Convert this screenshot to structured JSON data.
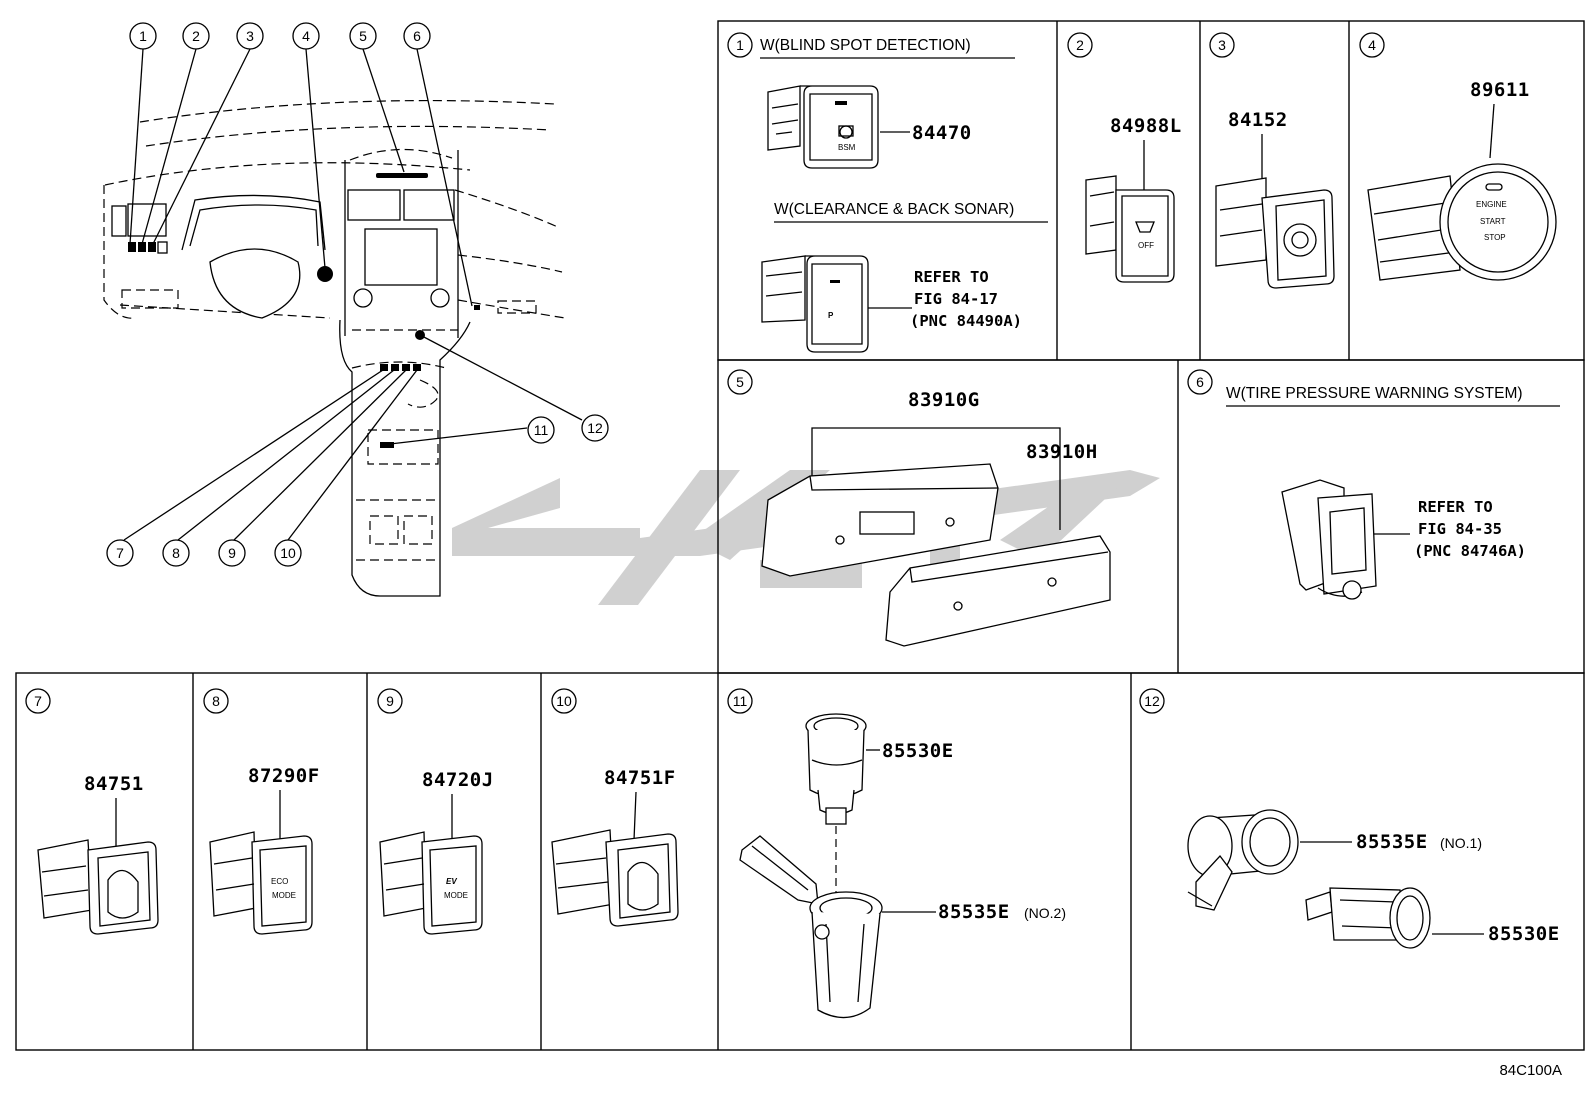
{
  "overview_callouts": [
    "1",
    "2",
    "3",
    "4",
    "5",
    "6",
    "7",
    "8",
    "9",
    "10",
    "11",
    "12"
  ],
  "panels": [
    {
      "id": "p1",
      "number": "1",
      "header": "W(BLIND SPOT DETECTION)",
      "part": "84470",
      "icon_label": "BSM",
      "sub_header": "W(CLEARANCE & BACK SONAR)",
      "refer": [
        "REFER TO",
        "FIG 84-17",
        "(PNC 84490A)"
      ]
    },
    {
      "id": "p2",
      "number": "2",
      "part": "84988L",
      "icon_label": "OFF"
    },
    {
      "id": "p3",
      "number": "3",
      "part": "84152"
    },
    {
      "id": "p4",
      "number": "4",
      "part": "89611",
      "button_text": [
        "ENGINE",
        "START",
        "STOP"
      ]
    },
    {
      "id": "p5",
      "number": "5",
      "parts": [
        "83910G",
        "83910H"
      ]
    },
    {
      "id": "p6",
      "number": "6",
      "header": "W(TIRE PRESSURE WARNING SYSTEM)",
      "refer": [
        "REFER TO",
        "FIG 84-35",
        "(PNC 84746A)"
      ]
    },
    {
      "id": "p7",
      "number": "7",
      "part": "84751"
    },
    {
      "id": "p8",
      "number": "8",
      "part": "87290F",
      "button_text": [
        "ECO",
        "MODE"
      ]
    },
    {
      "id": "p9",
      "number": "9",
      "part": "84720J",
      "button_text": [
        "EV",
        "MODE"
      ]
    },
    {
      "id": "p10",
      "number": "10",
      "part": "84751F"
    },
    {
      "id": "p11",
      "number": "11",
      "parts": [
        "85530E",
        "85535E"
      ],
      "qualifier": "(NO.2)"
    },
    {
      "id": "p12",
      "number": "12",
      "parts": [
        "85535E",
        "85530E"
      ],
      "qualifier": "(NO.1)"
    }
  ],
  "figure_code": "84C100A",
  "colors": {
    "line": "#000000",
    "watermark": "#c8c8c8",
    "background": "#ffffff"
  }
}
